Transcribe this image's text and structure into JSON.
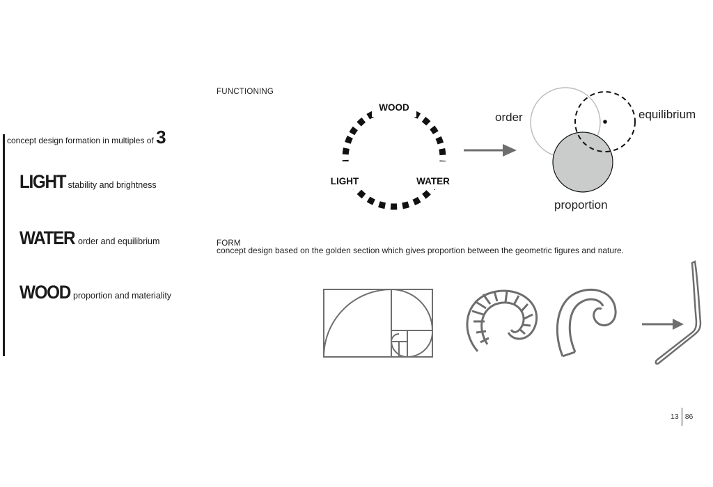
{
  "intro": {
    "text": "concept design formation in multiples of",
    "number": "3"
  },
  "concepts": [
    {
      "keyword": "LIGHT",
      "description": "stability and brightness"
    },
    {
      "keyword": "WATER",
      "description": "order and equilibrium"
    },
    {
      "keyword": "WOOD",
      "description": "proportion and materiality"
    }
  ],
  "functioning": {
    "heading": "FUNCTIONING",
    "ring_labels": {
      "top": "WOOD",
      "left": "LIGHT",
      "right": "WATER"
    },
    "venn_labels": {
      "top_left": "order",
      "top_right": "equilibrium",
      "bottom": "proportion"
    }
  },
  "form": {
    "heading": "FORM",
    "description": "concept design based on the golden section which gives proportion between the geometric figures and nature."
  },
  "pager": {
    "current": "13",
    "total": "86"
  },
  "colors": {
    "text": "#1a1a1a",
    "line_grey": "#6e6e6e",
    "fill_grey": "#c9ccca",
    "light_circle": "#bdbdbd"
  }
}
